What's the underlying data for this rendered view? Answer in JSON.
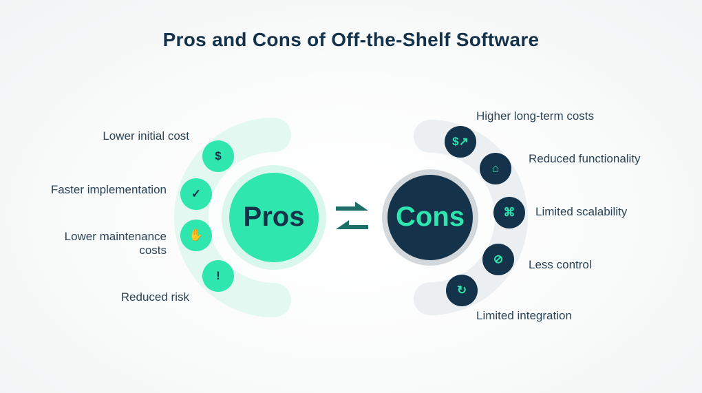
{
  "title": "Pros and Cons of Off-the-Shelf Software",
  "pros": {
    "label": "Pros",
    "items": [
      {
        "label": "Lower initial cost",
        "icon": "dollar-refresh-icon"
      },
      {
        "label": "Faster implementation",
        "icon": "browser-check-icon"
      },
      {
        "label_lines": [
          "Lower maintenance",
          "costs"
        ],
        "icon": "hand-coins-icon"
      },
      {
        "label": "Reduced risk",
        "icon": "alert-refresh-icon"
      }
    ]
  },
  "cons": {
    "label": "Cons",
    "items": [
      {
        "label": "Higher long-term costs",
        "icon": "dollar-up-icon"
      },
      {
        "label": "Reduced functionality",
        "icon": "house-down-icon"
      },
      {
        "label": "Limited scalability",
        "icon": "network-icon"
      },
      {
        "label": "Less control",
        "icon": "browser-block-icon"
      },
      {
        "label": "Limited integration",
        "icon": "browser-sync-icon"
      }
    ]
  },
  "colors": {
    "accent": "#2ee6ae",
    "dark": "#14324a",
    "arc_light": "#e3f8f1",
    "arc_gray": "#eceff1"
  }
}
